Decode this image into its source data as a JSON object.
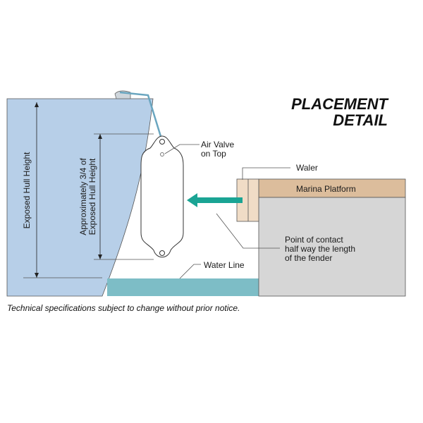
{
  "title": {
    "line1": "PLACEMENT",
    "line2": "DETAIL"
  },
  "labels": {
    "exposed_hull_height": "Exposed Hull Height",
    "three_quarter_line1": "Approximately 3/4 of",
    "three_quarter_line2": "Exposed Hull Height",
    "air_valve_line1": "Air Valve",
    "air_valve_line2": "on Top",
    "waler": "Waler",
    "marina_platform": "Marina Platform",
    "contact_line1": "Point of contact",
    "contact_line2": "half way the length",
    "contact_line3": "of the fender",
    "water_line": "Water Line"
  },
  "footnote": "Technical specifications subject to change without prior notice.",
  "colors": {
    "hull": "#b7cfe8",
    "water": "#7dbdc6",
    "platform_top": "#dcbd9c",
    "platform_body": "#d6d6d6",
    "waler": "#f0dcc6",
    "arrow": "#1aa494",
    "rope": "#6aa6c0"
  }
}
